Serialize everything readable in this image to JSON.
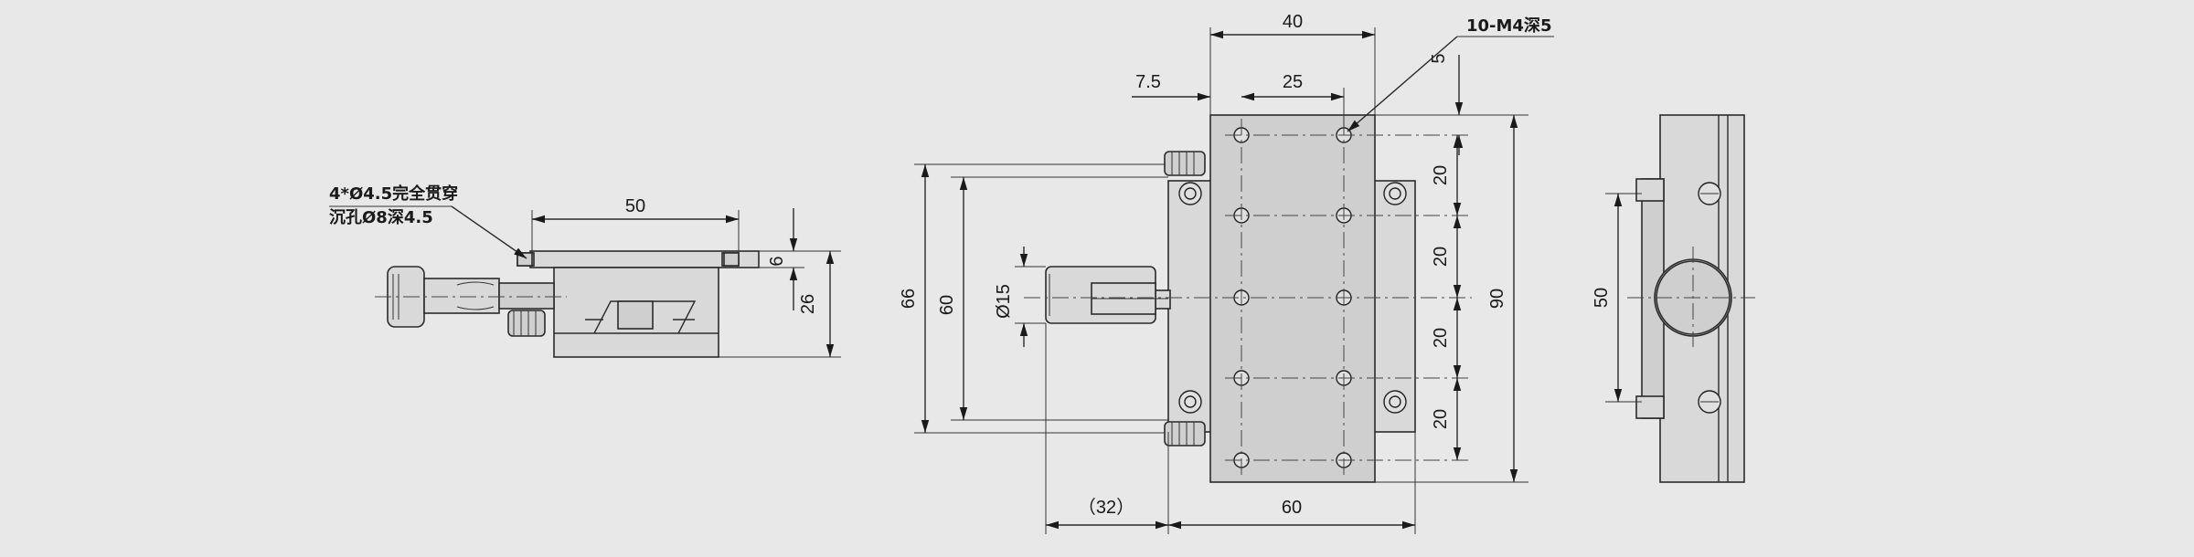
{
  "callouts": {
    "thread_holes": "10-M4深5",
    "through_holes_line1": "4*Ø4.5完全贯穿",
    "through_holes_line2": "沉孔Ø8深4.5"
  },
  "dimensions": {
    "left_width": "50",
    "left_top": "6",
    "left_height": "26",
    "top_40": "40",
    "top_25": "25",
    "top_7_5": "7.5",
    "top_5": "5",
    "h_66": "66",
    "h_60": "60",
    "dia_15": "Ø15",
    "pitch_1": "20",
    "pitch_2": "20",
    "pitch_3": "20",
    "pitch_4": "20",
    "h_90": "90",
    "bottom_32": "（32）",
    "bottom_60": "60",
    "right_50": "50"
  }
}
